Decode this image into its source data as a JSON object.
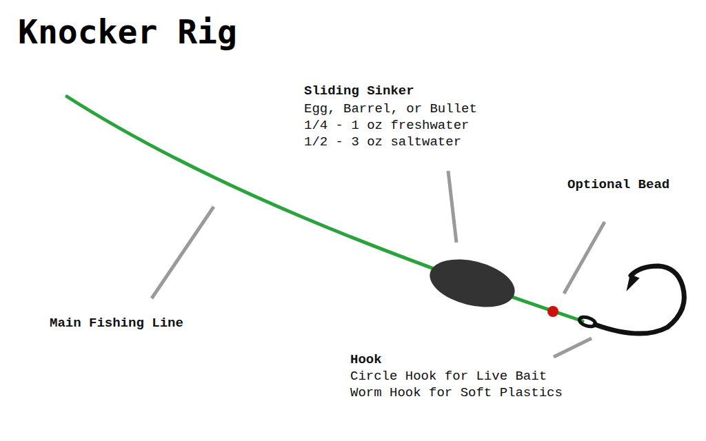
{
  "diagram": {
    "title": "Knocker Rig",
    "labels": [
      "Sliding Sinker",
      "Egg, Barrel, or Bullet",
      "1/4 - 1 oz freshwater",
      "1/2 - 3 oz saltwater",
      "Optional Bead",
      "Main Fishing Line",
      "Hook",
      "Circle Hook for Live Bait",
      "Worm Hook for Soft Plastics"
    ]
  }
}
